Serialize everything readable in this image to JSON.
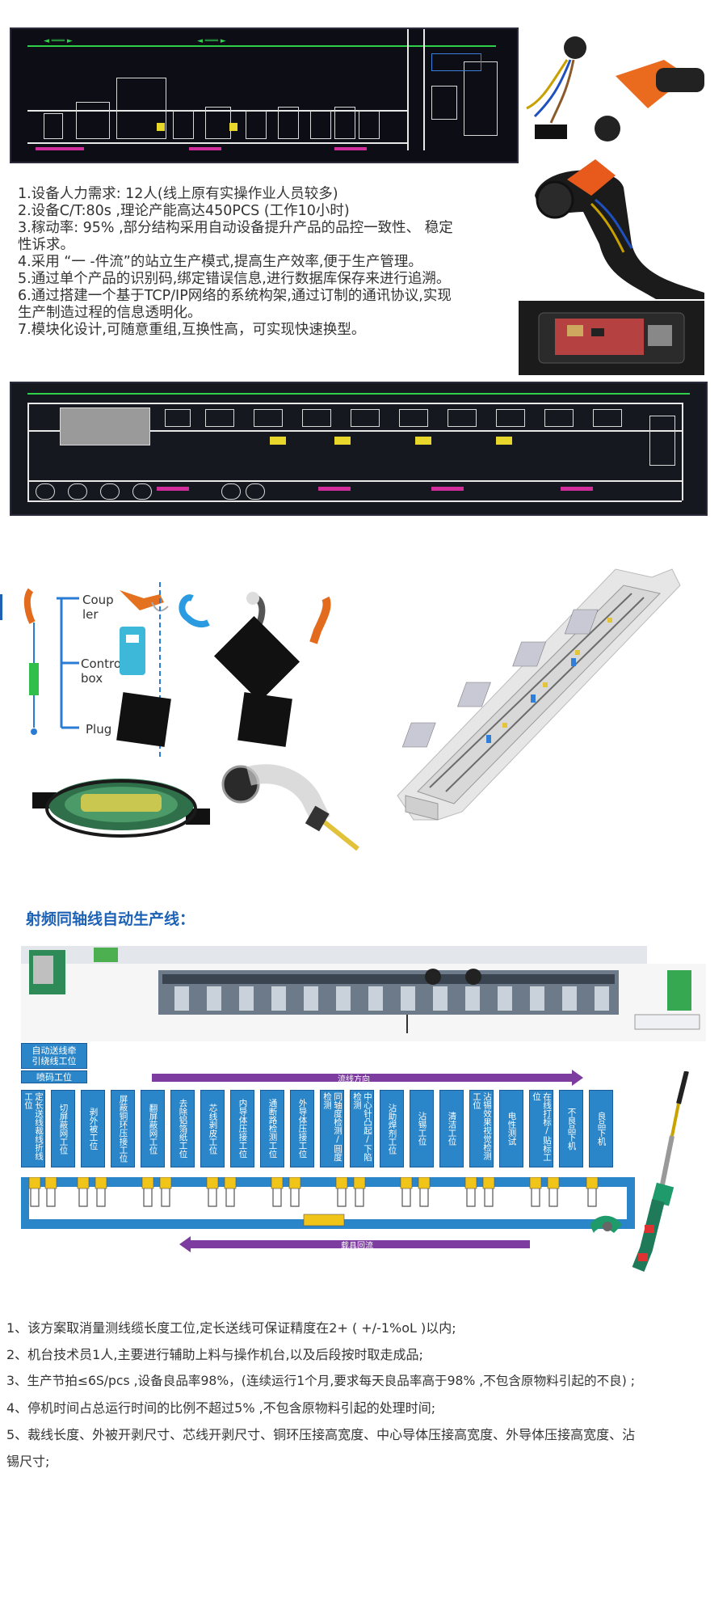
{
  "spec_list": [
    "1.设备人力需求: 12人(线上原有实操作业人员较多)",
    "2.设备C/T:80s ,理论产能高达450PCS (工作10小时)",
    "3.稼动率: 95% ,部分结构采用自动设备提升产品的品控一致性、 稳定",
    "性诉求。",
    "4.采用 “一 -件流”的站立生产模式,提高生产效率,便于生产管理。",
    "5.通过单个产品的识别码,绑定错误信息,进行数据库保存来进行追溯。",
    "6.通过搭建一个基于TCP/IP网络的系统构架,通过订制的通讯协议,实现",
    "生产制造过程的信息透明化。",
    "7.模块化设计,可随意重组,互换性高，可实现快速换型。"
  ],
  "product_diagram": {
    "coupler_label_1": "Coup",
    "coupler_label_2": "ler",
    "control_label_1": "Control",
    "control_label_2": "box",
    "plug_label": "Plug"
  },
  "rf_line": {
    "title": "射频同轴线自动生产线：",
    "tag_auto_feed_1": "自动送线牵",
    "tag_auto_feed_2": "引绕线工位",
    "tag_spray": "喷码工位",
    "flow_direction": "流线方向",
    "carrier_return": "载具回流",
    "stations": [
      "定长送线裁线折线工位",
      "切屏蔽网工位",
      "剥外被工位",
      "屏蔽铜环压接工位",
      "翻屏蔽网工位",
      "去除铝箔纸工位",
      "芯线剥皮工位",
      "内导体压接工位",
      "通断路检测工位",
      "外导体压接工位",
      "同轴度检测/圆度检测",
      "中心针凸起/下陷检测",
      "沾助焊剂工位",
      "沾锡工位",
      "清洁工位",
      "沾锡效果视觉检测工位",
      "电性测试",
      "在线打标/贴标工位",
      "不良品下机",
      "良品下机"
    ]
  },
  "notes": [
    "1、该方案取消量测线缆长度工位,定长送线可保证精度在2+ ( +/-1%oL )以内;",
    "2、机台技术员1人,主要进行辅助上料与操作机台,以及后段按时取走成品;",
    "3、生产节拍≤6S/pcs ,设备良品率98%，(连续运行1个月,要求每天良品率高于98% ,不包含原物料引起的不良) ;",
    "4、停机时间占总运行时间的比例不超过5% ,不包含原物料引起的处理时间;",
    "5、裁线长度、外被开剥尺寸、芯线开剥尺寸、铜环压接高宽度、中心导体压接高宽度、外导体压接高宽度、沾",
    "锡尺寸;"
  ],
  "colors": {
    "rf_title": "#1e62b5",
    "station_blue": "#2a86c8",
    "flow_arrow": "#7d3c9f",
    "cad_background": "#0d0d16"
  }
}
